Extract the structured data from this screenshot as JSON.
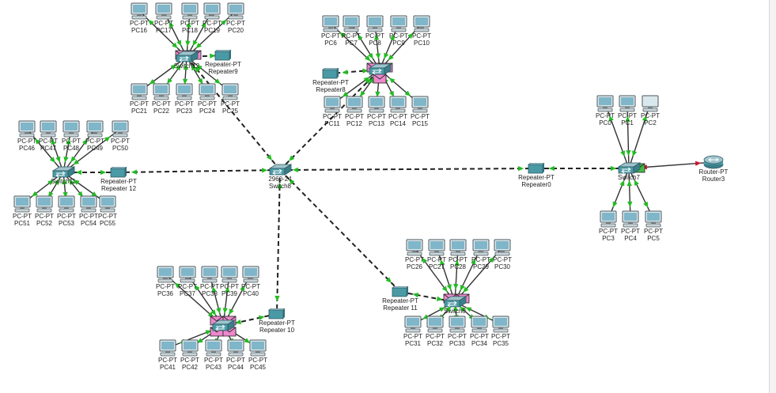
{
  "colors": {
    "link": "#222222",
    "pc_link": "#333333",
    "link_light_up": "#22bb22",
    "link_light_down": "#cc1133",
    "envelope": "#ee88cc",
    "envelope_green": "#44bb44",
    "device_teal": "#4a9aa6",
    "pc_monitor": "#7fb6c9"
  },
  "devices": {
    "switches": [
      {
        "id": "sw12",
        "type": "",
        "name": "Switch12"
      },
      {
        "id": "sw6",
        "type": "",
        "name": ""
      },
      {
        "id": "sw11",
        "type": "",
        "name": "Switch11"
      },
      {
        "id": "sw8",
        "type": "2960-24",
        "name": "Switch8"
      },
      {
        "id": "sw7",
        "type": "",
        "name": "Switch7"
      },
      {
        "id": "sw10",
        "type": "",
        "name": ""
      },
      {
        "id": "sw9",
        "type": "",
        "name": "Switch9"
      }
    ],
    "repeaters": [
      {
        "id": "rp9",
        "type": "Repeater-PT",
        "name": "Repeater9"
      },
      {
        "id": "rp8",
        "type": "Repeater-PT",
        "name": "Repeater8"
      },
      {
        "id": "rp12",
        "type": "Repeater-PT",
        "name": "Repeater 12"
      },
      {
        "id": "rp0",
        "type": "Repeater-PT",
        "name": "Repeater0"
      },
      {
        "id": "rp10",
        "type": "Repeater-PT",
        "name": "Repeater 10"
      },
      {
        "id": "rp11",
        "type": "Repeater-PT",
        "name": "Repeater 11"
      }
    ],
    "routers": [
      {
        "id": "r3",
        "type": "Router-PT",
        "name": "Router3"
      }
    ],
    "pcs": [
      {
        "id": "pc16",
        "type": "PC-PT",
        "name": "PC16"
      },
      {
        "id": "pc17",
        "type": "PC-PT",
        "name": "PC17"
      },
      {
        "id": "pc18",
        "type": "PC-PT",
        "name": "PC18"
      },
      {
        "id": "pc19",
        "type": "PC-PT",
        "name": "PC19"
      },
      {
        "id": "pc20",
        "type": "PC-PT",
        "name": "PC20"
      },
      {
        "id": "pc21",
        "type": "PC-PT",
        "name": "PC21"
      },
      {
        "id": "pc22",
        "type": "PC-PT",
        "name": "PC22"
      },
      {
        "id": "pc23",
        "type": "PC-PT",
        "name": "PC23"
      },
      {
        "id": "pc24",
        "type": "PC-PT",
        "name": "PC24"
      },
      {
        "id": "pc25",
        "type": "PC-PT",
        "name": "PC25"
      },
      {
        "id": "pc6",
        "type": "PC-PT",
        "name": "PC6"
      },
      {
        "id": "pc7",
        "type": "PC-PT",
        "name": "PC7"
      },
      {
        "id": "pc8",
        "type": "PC-PT",
        "name": "PC8"
      },
      {
        "id": "pc9",
        "type": "PC-PT",
        "name": "PC9"
      },
      {
        "id": "pc10",
        "type": "PC-PT",
        "name": "PC10"
      },
      {
        "id": "pc11",
        "type": "PC-PT",
        "name": "PC11"
      },
      {
        "id": "pc12",
        "type": "PC-PT",
        "name": "PC12"
      },
      {
        "id": "pc13",
        "type": "PC-PT",
        "name": "PC13"
      },
      {
        "id": "pc14",
        "type": "PC-PT",
        "name": "PC14"
      },
      {
        "id": "pc15",
        "type": "PC-PT",
        "name": "PC15"
      },
      {
        "id": "pc46",
        "type": "PC-PT",
        "name": "PC46"
      },
      {
        "id": "pc47",
        "type": "PC-PT",
        "name": "PC47"
      },
      {
        "id": "pc48",
        "type": "PC-PT",
        "name": "PC48"
      },
      {
        "id": "pc49",
        "type": "PC-PT",
        "name": "PC49"
      },
      {
        "id": "pc50",
        "type": "PC-PT",
        "name": "PC50"
      },
      {
        "id": "pc51",
        "type": "PC-PT",
        "name": "PC51"
      },
      {
        "id": "pc52",
        "type": "PC-PT",
        "name": "PC52"
      },
      {
        "id": "pc53",
        "type": "PC-PT",
        "name": "PC53"
      },
      {
        "id": "pc54",
        "type": "PC-PT",
        "name": "PC54"
      },
      {
        "id": "pc55",
        "type": "PC-PT",
        "name": "PC55"
      },
      {
        "id": "pc0",
        "type": "PC-PT",
        "name": "PC0"
      },
      {
        "id": "pc1",
        "type": "PC-PT",
        "name": "PC1"
      },
      {
        "id": "pc2",
        "type": "PC-PT",
        "name": "PC2",
        "faded": true
      },
      {
        "id": "pc3",
        "type": "PC-PT",
        "name": "PC3"
      },
      {
        "id": "pc4",
        "type": "PC-PT",
        "name": "PC4"
      },
      {
        "id": "pc5",
        "type": "PC-PT",
        "name": "PC5"
      },
      {
        "id": "pc36",
        "type": "PC-PT",
        "name": "PC36"
      },
      {
        "id": "pc37",
        "type": "PC-PT",
        "name": "PC37"
      },
      {
        "id": "pc38",
        "type": "PC-PT",
        "name": "PC38"
      },
      {
        "id": "pc39",
        "type": "PC-PT",
        "name": "PC39"
      },
      {
        "id": "pc40",
        "type": "PC-PT",
        "name": "PC40"
      },
      {
        "id": "pc41",
        "type": "PC-PT",
        "name": "PC41"
      },
      {
        "id": "pc42",
        "type": "PC-PT",
        "name": "PC42"
      },
      {
        "id": "pc43",
        "type": "PC-PT",
        "name": "PC43"
      },
      {
        "id": "pc44",
        "type": "PC-PT",
        "name": "PC44"
      },
      {
        "id": "pc45",
        "type": "PC-PT",
        "name": "PC45"
      },
      {
        "id": "pc26",
        "type": "PC-PT",
        "name": "PC26"
      },
      {
        "id": "pc27",
        "type": "PC-PT",
        "name": "PC27"
      },
      {
        "id": "pc28",
        "type": "PC-PT",
        "name": "PC28"
      },
      {
        "id": "pc29",
        "type": "PC-PT",
        "name": "PC29"
      },
      {
        "id": "pc30",
        "type": "PC-PT",
        "name": "PC30"
      },
      {
        "id": "pc31",
        "type": "PC-PT",
        "name": "PC31"
      },
      {
        "id": "pc32",
        "type": "PC-PT",
        "name": "PC32"
      },
      {
        "id": "pc33",
        "type": "PC-PT",
        "name": "PC33"
      },
      {
        "id": "pc34",
        "type": "PC-PT",
        "name": "PC34"
      },
      {
        "id": "pc35",
        "type": "PC-PT",
        "name": "PC35"
      }
    ]
  },
  "links": [
    {
      "from": "sw8",
      "to": "sw12",
      "style": "dashed"
    },
    {
      "from": "sw8",
      "to": "sw6",
      "style": "dashed"
    },
    {
      "from": "sw8",
      "to": "rp12",
      "style": "dashed"
    },
    {
      "from": "rp12",
      "to": "sw11",
      "style": "dashed"
    },
    {
      "from": "sw8",
      "to": "rp0",
      "style": "dashed"
    },
    {
      "from": "rp0",
      "to": "sw7",
      "style": "dashed"
    },
    {
      "from": "sw8",
      "to": "rp10",
      "style": "dashed"
    },
    {
      "from": "rp10",
      "to": "sw10",
      "style": "dashed"
    },
    {
      "from": "sw8",
      "to": "rp11",
      "style": "dashed"
    },
    {
      "from": "rp11",
      "to": "sw9",
      "style": "dashed"
    },
    {
      "from": "sw12",
      "to": "rp9",
      "style": "dashed"
    },
    {
      "from": "sw6",
      "to": "rp8",
      "style": "dashed"
    },
    {
      "from": "sw7",
      "to": "r3",
      "style": "solid",
      "state": "down"
    }
  ]
}
